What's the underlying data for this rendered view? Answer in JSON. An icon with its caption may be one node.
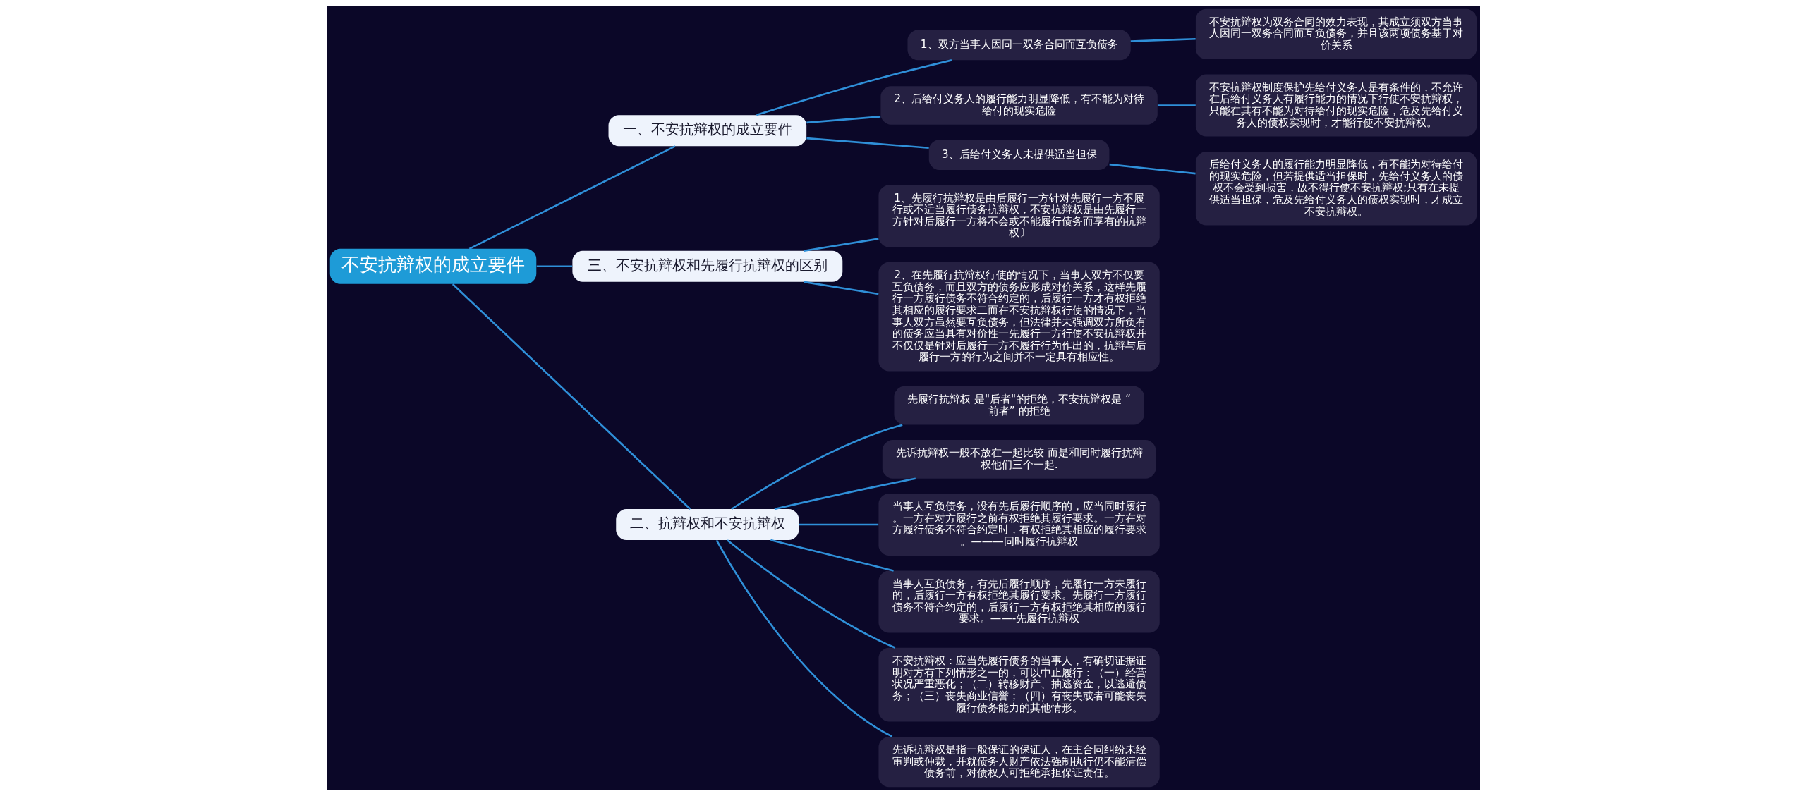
{
  "diagram": {
    "nodes": [
      {
        "text": [
          "不安抗辩权的成立要件"
        ]
      },
      {
        "text": [
          "一、不安抗辩权的成立要件"
        ]
      },
      {
        "text": [
          "1、双方当事人因同一双务合同而互负债务"
        ]
      },
      {
        "text": [
          "不安抗辩权为双务合同的效力表现，其成立须双方当事人因同一双务合同而互负债务，并且该两项债务基于对价关系"
        ]
      },
      {
        "text": [
          "2、后给付义务人的履行能力明显降低，有不能为对待给付的现实危险"
        ]
      },
      {
        "text": [
          "不安抗辩权制度保护先给付义务人是有条件的，不允许在后给付义务人有履行能力的情况下行使不安抗辩权，只能在其有不能为对待给付的现实危险，危及先给付义务人的债权实现时，才能行使不安抗辩权。"
        ]
      },
      {
        "text": [
          "3、后给付义务人未提供适当担保"
        ]
      },
      {
        "text": [
          "后给付义务人的履行能力明显降低，有不能为对待给付的现实危险，但若提供适当担保时，先给付义务人的债权不会受到损害，故不得行使不安抗辩权;只有在未提供适当担保，危及先给付义务人的债权实现时，才成立不安抗辩权。"
        ]
      },
      {
        "text": [
          "三、不安抗辩权和先履行抗辩权的区别"
        ]
      },
      {
        "text": [
          "1、先履行抗辩权是由后履行一方针对先履行一方不履行或不适当履行债务抗辩权，不安抗辩权是由先履行一方针对后履行一方将不会或不能履行债务而享有的抗辩权〕"
        ]
      },
      {
        "text": [
          "2、在先履行抗辩权行使的情况下，当事人双方不仅要互负债务，而且双方的债务应形成对价关系，这样先履行一方履行债务不符合约定的，后履行一方才有权拒绝其相应的履行要求二而在不安抗辩权行使的情况下，当事人双方虽然要互负债务，但法律并未强调双方所负有的债务应当具有对价性一先履行一方行使不安抗辩权并不仅仅是针对后履行一方不履行行为作出的，抗辩与后履行一方的行为之间并不一定具有相应性。"
        ]
      },
      {
        "text": [
          "二、抗辩权和不安抗辩权"
        ]
      },
      {
        "text": [
          "先履行抗辩权 是\"后者\"的拒绝，不安抗辩权是 “前者” 的拒绝"
        ]
      },
      {
        "text": [
          "先诉抗辩权一般不放在一起比较 而是和同时履行抗辩权他们三个一起."
        ]
      },
      {
        "text": [
          "当事人互负债务，没有先后履行顺序的，应当同时履行。一方在对方履行之前有权拒绝其履行要求。一方在对方履行债务不符合约定时，有权拒绝其相应的履行要求。———同时履行抗辩权"
        ]
      },
      {
        "text": [
          "当事人互负债务，有先后履行顺序，先履行一方未履行的，后履行一方有权拒绝其履行要求。先履行一方履行债务不符合约定的，后履行一方有权拒绝其相应的履行要求。——-先履行抗辩权"
        ]
      },
      {
        "text": [
          "不安抗辩权：应当先履行债务的当事人，有确切证据证明对方有下列情形之一的，可以中止履行：（一）经营状况严重恶化；（二）转移财产、抽逃资金，以逃避债务；（三）丧失商业信誉；（四）有丧失或者可能丧失履行债务能力的其他情形。"
        ]
      },
      {
        "text": [
          "先诉抗辩权是指一般保证的保证人，在主合同纠纷未经审判或仲裁，并就债务人财产依法强制执行仍不能清偿债务前，对债权人可拒绝承担保证责任。"
        ]
      }
    ],
    "edges": [
      {
        "from": 0,
        "to": 1,
        "arrow": "none"
      },
      {
        "from": 1,
        "to": 2,
        "arrow": "none"
      },
      {
        "from": 2,
        "to": 3,
        "arrow": "none"
      },
      {
        "from": 1,
        "to": 4,
        "arrow": "none"
      },
      {
        "from": 4,
        "to": 5,
        "arrow": "none"
      },
      {
        "from": 1,
        "to": 6,
        "arrow": "none"
      },
      {
        "from": 6,
        "to": 7,
        "arrow": "none"
      },
      {
        "from": 0,
        "to": 8,
        "arrow": "none"
      },
      {
        "from": 8,
        "to": 9,
        "arrow": "none"
      },
      {
        "from": 8,
        "to": 10,
        "arrow": "none"
      },
      {
        "from": 0,
        "to": 11,
        "arrow": "none"
      },
      {
        "from": 11,
        "to": 12,
        "arrow": "none"
      },
      {
        "from": 11,
        "to": 13,
        "arrow": "none"
      },
      {
        "from": 11,
        "to": 14,
        "arrow": "none"
      },
      {
        "from": 11,
        "to": 15,
        "arrow": "none"
      },
      {
        "from": 11,
        "to": 16,
        "arrow": "none"
      },
      {
        "from": 11,
        "to": 17,
        "arrow": "none"
      }
    ]
  }
}
